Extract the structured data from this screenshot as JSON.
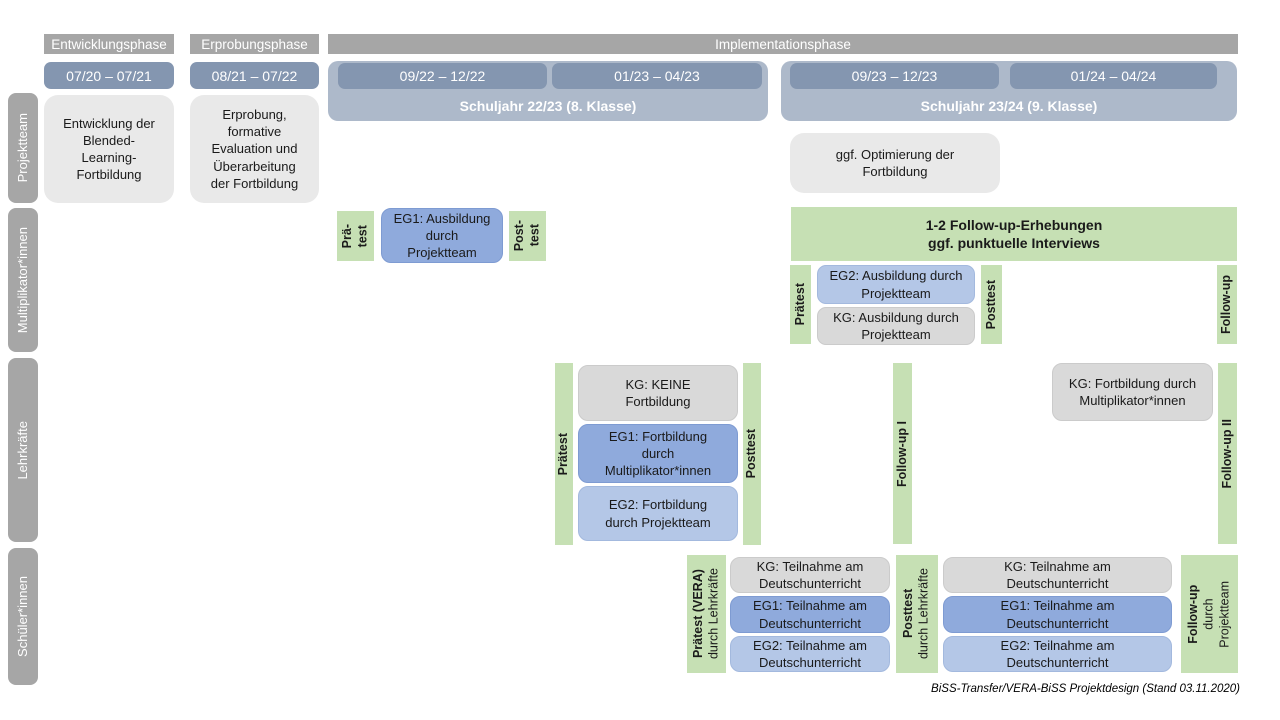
{
  "colors": {
    "header_gray": "#a6a6a6",
    "date_bar_blue": "#8496b0",
    "schuljahr_container_blue": "#adb9ca",
    "eg1_blue": "#8faadc",
    "eg2_light_blue": "#b4c7e7",
    "kg_gray": "#d9d9d9",
    "projektteam_box_gray": "#e9e9e9",
    "test_green": "#c6e0b4"
  },
  "phases": {
    "entwicklung": "Entwicklungsphase",
    "erprobung": "Erprobungsphase",
    "implementation": "Implementationsphase"
  },
  "timeline": {
    "entwicklung_date": "07/20 – 07/21",
    "erprobung_date": "08/21 – 07/22",
    "schuljahr1": {
      "label": "Schuljahr 22/23 (8. Klasse)",
      "date1": "09/22 – 12/22",
      "date2": "01/23 – 04/23"
    },
    "schuljahr2": {
      "label": "Schuljahr 23/24 (9. Klasse)",
      "date1": "09/23 – 12/23",
      "date2": "01/24 – 04/24"
    }
  },
  "row_labels": {
    "projektteam": "Projektteam",
    "multiplikatoren": "Multiplikator*innen",
    "lehrkraefte": "Lehrkräfte",
    "schueler": "Schüler*innen"
  },
  "projektteam": {
    "entwicklung_box": "Entwicklung der\nBlended-\nLearning-\nFortbildung",
    "erprobung_box": "Erprobung,\nformative\nEvaluation und\nÜberarbeitung\nder Fortbildung",
    "optimierung_box": "ggf. Optimierung der\nFortbildung"
  },
  "multiplikatoren": {
    "praetest_1": "Prä-\ntest",
    "eg1": "EG1: Ausbildung\ndurch\nProjektteam",
    "posttest_1": "Post-\ntest",
    "followup_erhebungen": "1-2 Follow-up-Erhebungen\nggf. punktuelle Interviews",
    "praetest_2": "Prätest",
    "eg2": "EG2: Ausbildung durch\nProjektteam",
    "kg": "KG: Ausbildung durch\nProjektteam",
    "posttest_2": "Posttest",
    "followup": "Follow-up"
  },
  "lehrkraefte": {
    "praetest": "Prätest",
    "kg": "KG: KEINE\nFortbildung",
    "eg1": "EG1: Fortbildung\ndurch\nMultiplikator*innen",
    "eg2": "EG2: Fortbildung\ndurch Projektteam",
    "posttest": "Posttest",
    "followup1": "Follow-up I",
    "kg2": "KG: Fortbildung durch\nMultiplikator*innen",
    "followup2": "Follow-up II"
  },
  "schueler": {
    "praetest_title": "Prätest (VERA)",
    "praetest_sub": "durch Lehrkräfte",
    "col1": {
      "kg": "KG: Teilnahme am\nDeutschunterricht",
      "eg1": "EG1: Teilnahme am\nDeutschunterricht",
      "eg2": "EG2: Teilnahme am\nDeutschunterricht"
    },
    "posttest_title": "Posttest",
    "posttest_sub": "durch Lehrkräfte",
    "col2": {
      "kg": "KG: Teilnahme am\nDeutschunterricht",
      "eg1": "EG1: Teilnahme am\nDeutschunterricht",
      "eg2": "EG2: Teilnahme am\nDeutschunterricht"
    },
    "followup_title": "Follow-up",
    "followup_sub": "durch\nProjektteam"
  },
  "caption": "BiSS-Transfer/VERA-BiSS Projektdesign (Stand 03.11.2020)"
}
